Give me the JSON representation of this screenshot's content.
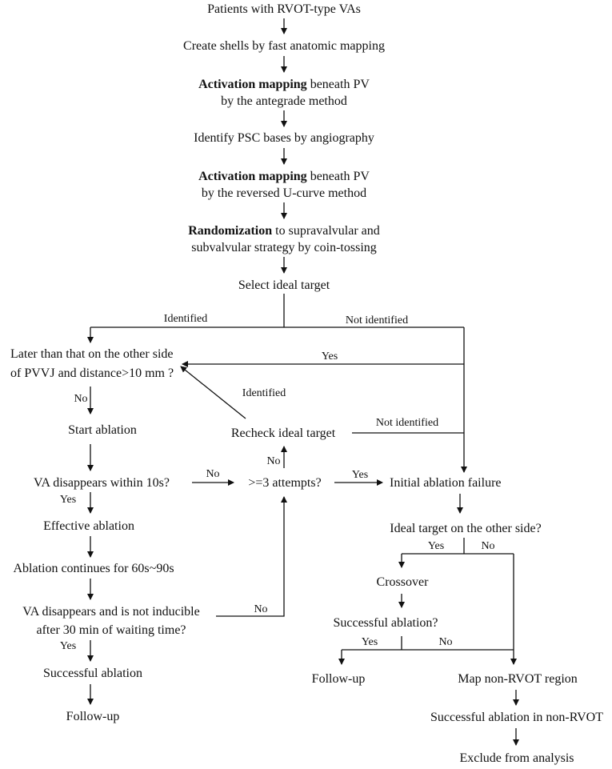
{
  "nodes": {
    "patients": "Patients with RVOT-type VAs",
    "shells": "Create shells by fast anatomic mapping",
    "act1_bold": "Activation mapping",
    "act1_rest": " beneath PV",
    "act1_line2": "by the antegrade method",
    "psc": "Identify PSC bases by angiography",
    "act2_bold": "Activation mapping",
    "act2_rest": " beneath PV",
    "act2_line2": "by the reversed U-curve method",
    "rand_bold": "Randomization",
    "rand_rest": " to supravalvular and",
    "rand_line2": "subvalvular strategy by coin-tossing",
    "select": "Select ideal target",
    "later_line1": "Later than that on the other side",
    "later_line2": "of PVVJ and distance>10 mm ?",
    "start": "Start ablation",
    "recheck": "Recheck ideal target",
    "va10": "VA disappears within 10s?",
    "attempts": ">=3 attempts?",
    "initial_fail": "Initial ablation failure",
    "effective": "Effective ablation",
    "continues": "Ablation continues for 60s~90s",
    "va_not_ind_line1": "VA disappears and is not inducible",
    "va_not_ind_line2": "after 30 min of waiting time?",
    "success_left": "Successful ablation",
    "followup_left": "Follow-up",
    "ideal_other": "Ideal target on the other side?",
    "crossover": "Crossover",
    "success_q": "Successful ablation?",
    "followup_right": "Follow-up",
    "map_non_rvot": "Map non-RVOT region",
    "success_non_rvot": "Successful ablation in non-RVOT",
    "exclude": "Exclude from analysis"
  },
  "edge_labels": {
    "identified_1": "Identified",
    "not_identified_1": "Not identified",
    "yes_later": "Yes",
    "identified_2": "Identified",
    "no_later": "No",
    "not_identified_2": "Not identified",
    "no_recheck": "No",
    "no_va10": "No",
    "yes_attempts": "Yes",
    "yes_va10": "Yes",
    "no_va_not_ind": "No",
    "yes_va_not_ind": "Yes",
    "yes_ideal": "Yes",
    "no_ideal": "No",
    "yes_success": "Yes",
    "no_success": "No"
  }
}
